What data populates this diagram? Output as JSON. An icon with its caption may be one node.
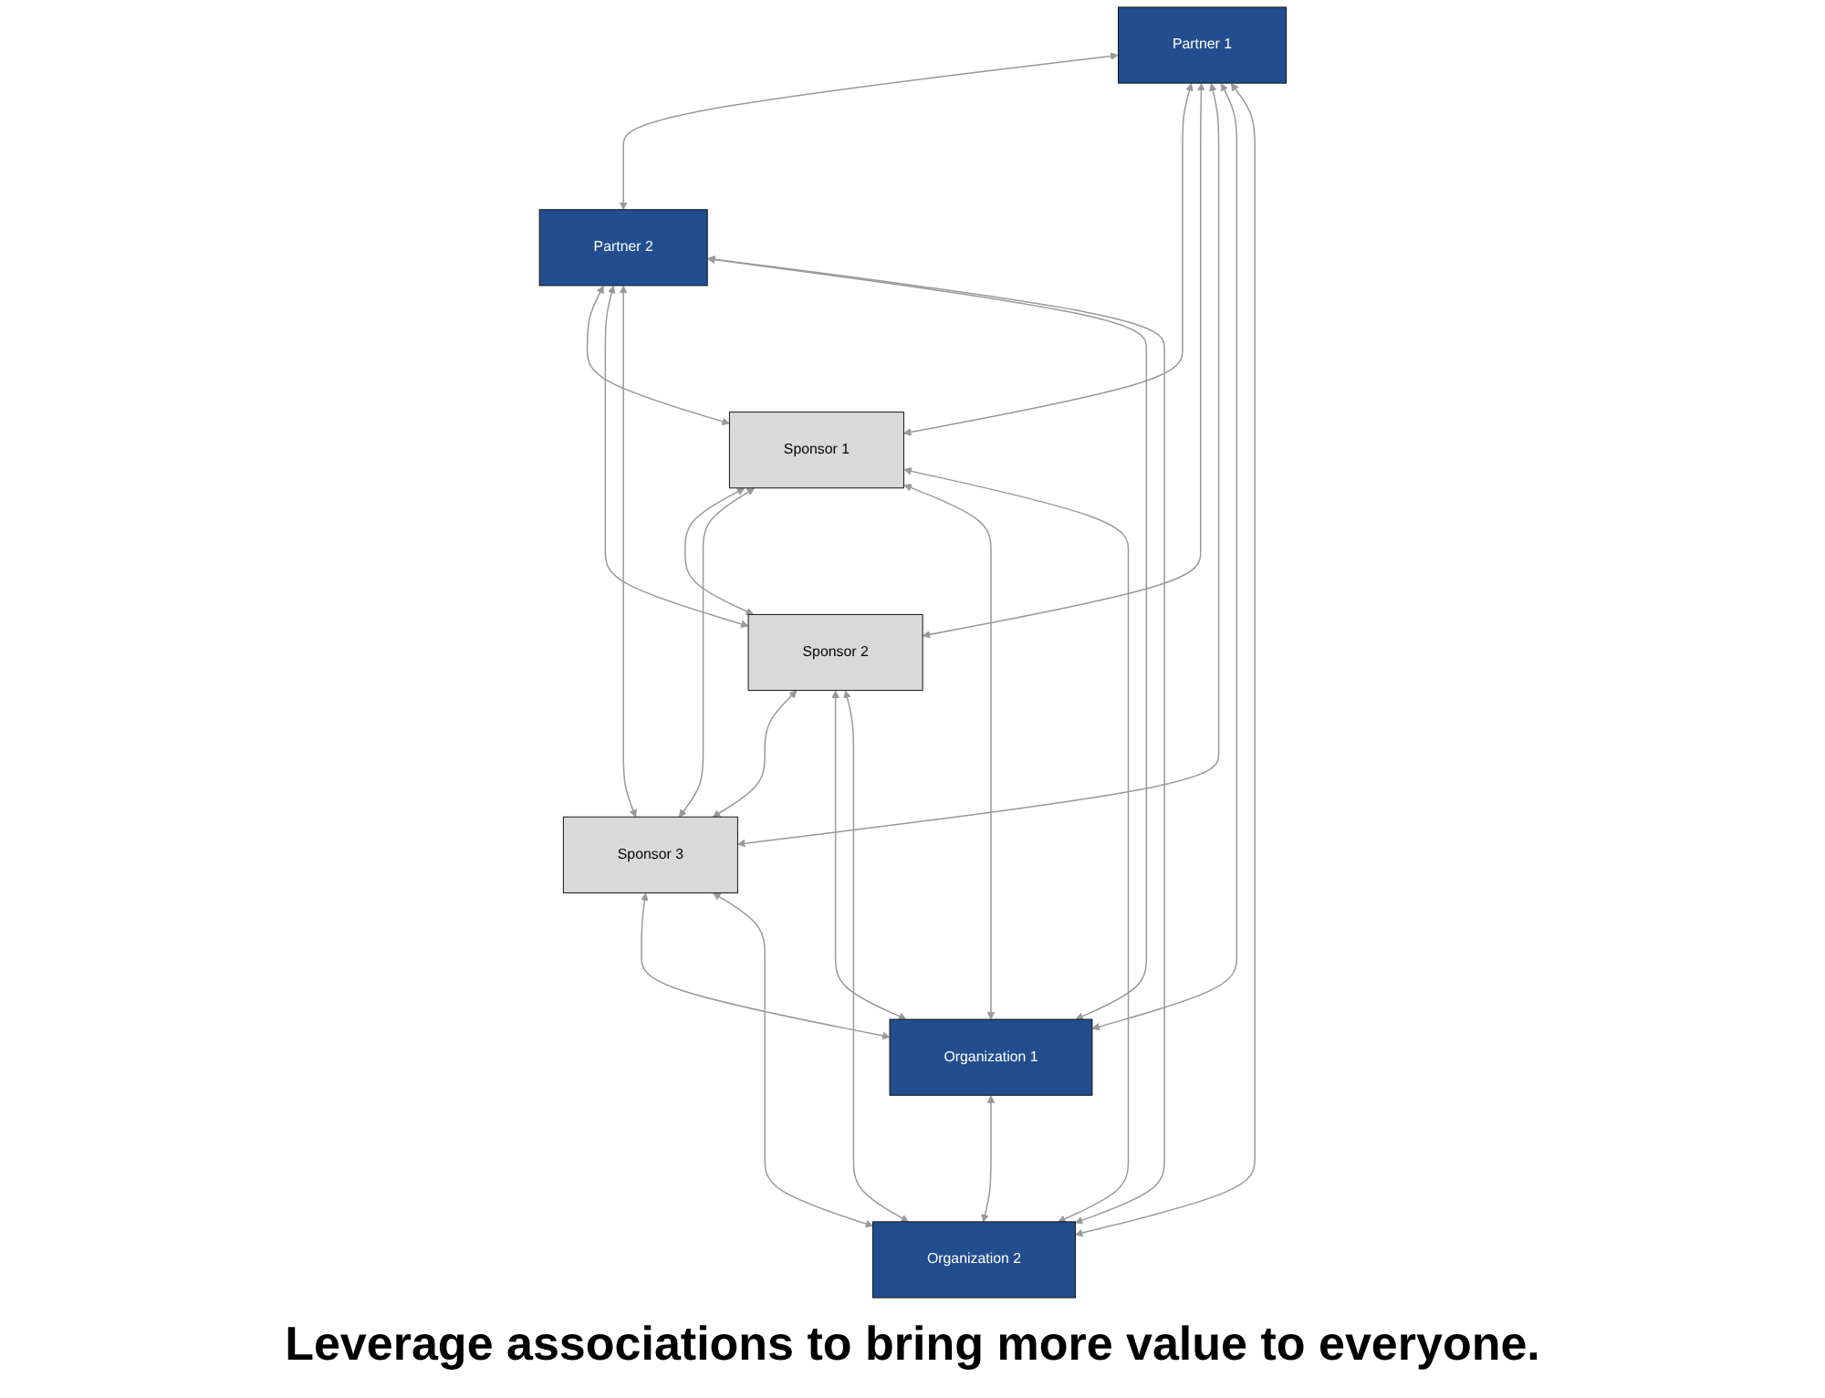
{
  "diagram": {
    "caption": "Leverage associations to bring more value to everyone.",
    "nodes": [
      {
        "text": [
          "Partner 1"
        ]
      },
      {
        "text": [
          "Partner 2"
        ]
      },
      {
        "text": [
          "Sponsor 1"
        ]
      },
      {
        "text": [
          "Sponsor 2"
        ]
      },
      {
        "text": [
          "Sponsor 3"
        ]
      },
      {
        "text": [
          "Organization 1"
        ]
      },
      {
        "text": [
          "Organization 2"
        ]
      }
    ],
    "edges": [
      {
        "from": 0,
        "to": 1,
        "arrow": "both"
      },
      {
        "from": 0,
        "to": 2,
        "arrow": "both"
      },
      {
        "from": 0,
        "to": 3,
        "arrow": "both"
      },
      {
        "from": 0,
        "to": 4,
        "arrow": "both"
      },
      {
        "from": 0,
        "to": 5,
        "arrow": "both"
      },
      {
        "from": 0,
        "to": 6,
        "arrow": "both"
      },
      {
        "from": 1,
        "to": 2,
        "arrow": "both"
      },
      {
        "from": 1,
        "to": 3,
        "arrow": "both"
      },
      {
        "from": 1,
        "to": 4,
        "arrow": "both"
      },
      {
        "from": 1,
        "to": 5,
        "arrow": "both"
      },
      {
        "from": 1,
        "to": 6,
        "arrow": "both"
      },
      {
        "from": 2,
        "to": 3,
        "arrow": "both"
      },
      {
        "from": 3,
        "to": 4,
        "arrow": "both"
      },
      {
        "from": 2,
        "to": 4,
        "arrow": "both"
      },
      {
        "from": 2,
        "to": 5,
        "arrow": "both"
      },
      {
        "from": 2,
        "to": 6,
        "arrow": "both"
      },
      {
        "from": 3,
        "to": 5,
        "arrow": "both"
      },
      {
        "from": 3,
        "to": 6,
        "arrow": "both"
      },
      {
        "from": 4,
        "to": 5,
        "arrow": "both"
      },
      {
        "from": 4,
        "to": 6,
        "arrow": "both"
      },
      {
        "from": 5,
        "to": 6,
        "arrow": "both"
      }
    ]
  }
}
